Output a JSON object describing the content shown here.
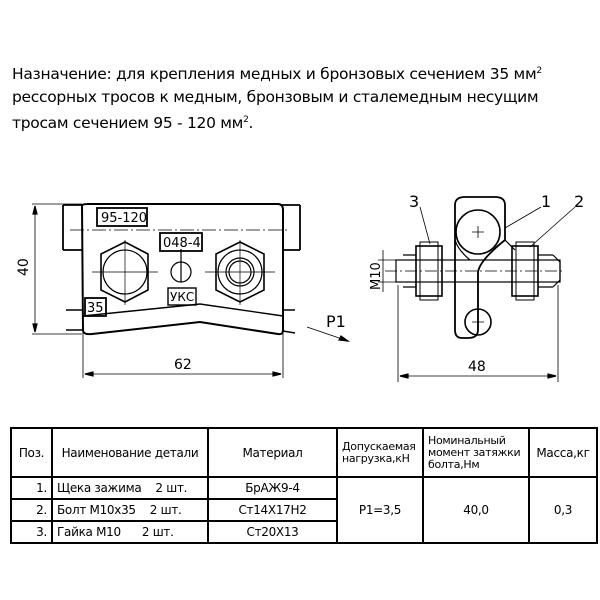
{
  "description": {
    "line1": "Назначение: для крепления медных и бронзовых сечением 35 мм",
    "line2": "рессорных тросов к медным, бронзовым и сталемедным несущим",
    "line3": "тросам сечением 95 - 120 мм",
    "line3_end": ".",
    "superscript": "2"
  },
  "drawing_front": {
    "tag_section_main": "95-120",
    "tag_part_no": "048-4",
    "tag_mark": "УКС",
    "tag_section_branch": "35",
    "dim_height": "40",
    "dim_width": "62",
    "force_label": "P1"
  },
  "drawing_side": {
    "callout_3": "3",
    "callout_1": "1",
    "callout_2": "2",
    "dim_thread": "M10",
    "dim_width": "48"
  },
  "table": {
    "headers": [
      "Поз.",
      "Наименование детали",
      "Материал",
      "Допускаемая нагрузка,кН",
      "Номинальный момент затяжки болта,Нм",
      "Масса,кг"
    ],
    "rows": [
      {
        "pos": "1.",
        "name": "Щека зажима    2 шт.",
        "material": "БрАЖ9-4"
      },
      {
        "pos": "2.",
        "name": "Болт М10х35    2 шт.",
        "material": "Ст14Х17Н2"
      },
      {
        "pos": "3.",
        "name": "Гайка М10      2 шт.",
        "material": "Ст20Х13"
      }
    ],
    "load": "P1=3,5",
    "torque": "40,0",
    "mass": "0,3"
  }
}
